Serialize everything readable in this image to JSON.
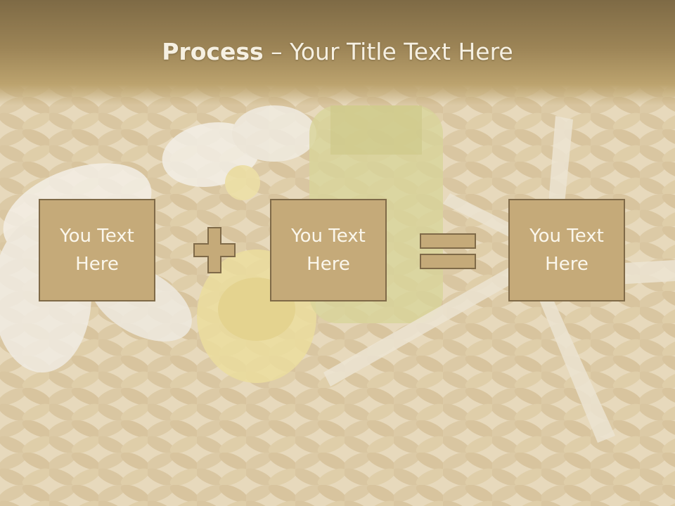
{
  "slide": {
    "title_bold": "Process",
    "title_rest": " – Your Title Text Here"
  },
  "process": {
    "boxes": [
      {
        "text": "You Text Here"
      },
      {
        "text": "You Text Here"
      },
      {
        "text": "You Text Here"
      }
    ],
    "operators": [
      "plus-icon",
      "equals-icon"
    ]
  },
  "colors": {
    "box_fill": "#c5aa79",
    "box_border": "#7f6a48",
    "header": "#9c8456",
    "text": "#fbf7ec"
  }
}
